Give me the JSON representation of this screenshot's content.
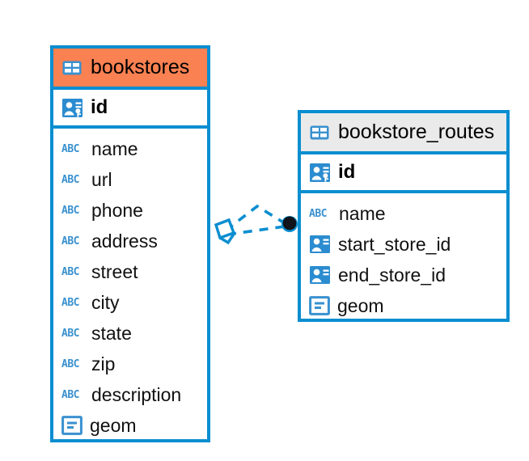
{
  "diagram": {
    "type": "entity-relationship-diagram",
    "colors": {
      "entity_border": "#0a8ed0",
      "header_highlight": "#fa8151",
      "header_default": "#eaeaea",
      "icon_blue": "#3a91cf",
      "connector": "#0a8ed0",
      "connector_endpoint": "#10131a",
      "text": "#000000",
      "background": "#ffffff"
    },
    "entities": [
      {
        "name": "bookstores",
        "header_style": "highlighted",
        "title_icon": "table-icon",
        "primary_key": {
          "label": "id",
          "icon": "primary-key-icon"
        },
        "columns": [
          {
            "label": "name",
            "icon": "text-field-icon"
          },
          {
            "label": "url",
            "icon": "text-field-icon"
          },
          {
            "label": "phone",
            "icon": "text-field-icon"
          },
          {
            "label": "address",
            "icon": "text-field-icon"
          },
          {
            "label": "street",
            "icon": "text-field-icon"
          },
          {
            "label": "city",
            "icon": "text-field-icon"
          },
          {
            "label": "state",
            "icon": "text-field-icon"
          },
          {
            "label": "zip",
            "icon": "text-field-icon"
          },
          {
            "label": "description",
            "icon": "text-field-icon"
          },
          {
            "label": "geom",
            "icon": "geometry-icon"
          }
        ]
      },
      {
        "name": "bookstore_routes",
        "header_style": "default",
        "title_icon": "table-icon",
        "primary_key": {
          "label": "id",
          "icon": "primary-key-icon"
        },
        "columns": [
          {
            "label": "name",
            "icon": "text-field-icon"
          },
          {
            "label": "start_store_id",
            "icon": "foreign-key-icon"
          },
          {
            "label": "end_store_id",
            "icon": "foreign-key-icon"
          },
          {
            "label": "geom",
            "icon": "geometry-icon"
          }
        ]
      }
    ],
    "relationship": {
      "from": "bookstores",
      "to": "bookstore_routes",
      "line_style": "dashed",
      "source_endpoint": "crows-foot-diamond",
      "target_endpoint": "filled-circle"
    },
    "icon_glyphs": {
      "text_field": "ABC"
    }
  }
}
